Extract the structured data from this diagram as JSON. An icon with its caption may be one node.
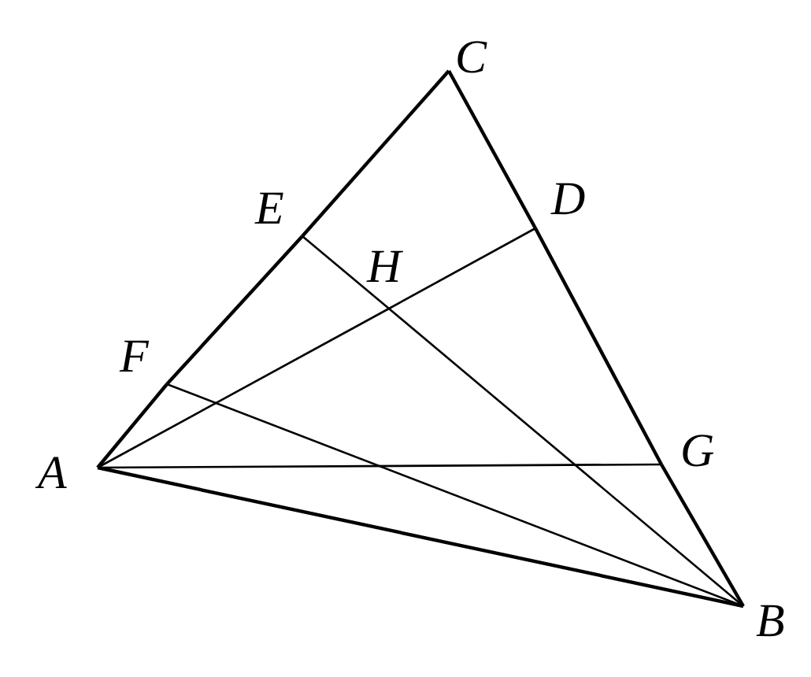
{
  "diagram": {
    "nodes": [
      {
        "text": [
          "C"
        ]
      },
      {
        "text": [
          "E"
        ]
      },
      {
        "text": [
          "D"
        ]
      },
      {
        "text": [
          "H"
        ]
      },
      {
        "text": [
          "F"
        ]
      },
      {
        "text": [
          "A"
        ]
      },
      {
        "text": [
          "G"
        ]
      },
      {
        "text": [
          "B"
        ]
      }
    ],
    "edges": [
      {
        "from": 5,
        "to": 4,
        "arrow": "none"
      },
      {
        "from": 4,
        "to": 1,
        "arrow": "none"
      },
      {
        "from": 1,
        "to": 0,
        "arrow": "none"
      },
      {
        "from": 0,
        "to": 2,
        "arrow": "none"
      },
      {
        "from": 2,
        "to": 6,
        "arrow": "none"
      },
      {
        "from": 6,
        "to": 7,
        "arrow": "none"
      },
      {
        "from": 5,
        "to": 7,
        "arrow": "none"
      },
      {
        "from": 5,
        "to": 3,
        "arrow": "none"
      },
      {
        "from": 3,
        "to": 2,
        "arrow": "none"
      },
      {
        "from": 1,
        "to": 3,
        "arrow": "none"
      },
      {
        "from": 3,
        "to": 7,
        "arrow": "none"
      },
      {
        "from": 4,
        "to": 7,
        "arrow": "none"
      },
      {
        "from": 5,
        "to": 6,
        "arrow": "none"
      }
    ]
  }
}
